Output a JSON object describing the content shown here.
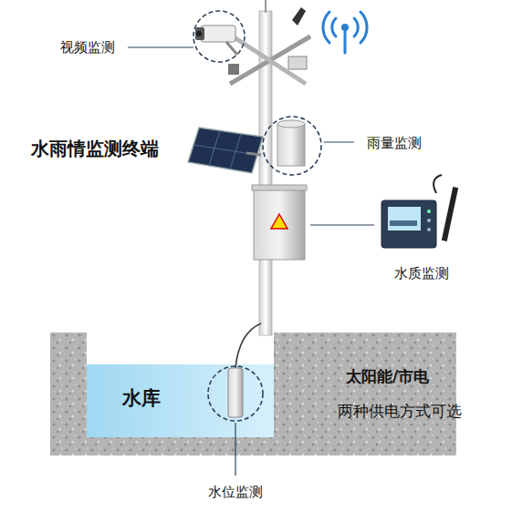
{
  "diagram": {
    "title": "水雨情监测终端",
    "labels": [
      "视频监测",
      "雨量监测",
      "水质监测",
      "水库",
      "太阳能/市电",
      "两种供电方式可选",
      "水位监测"
    ]
  }
}
